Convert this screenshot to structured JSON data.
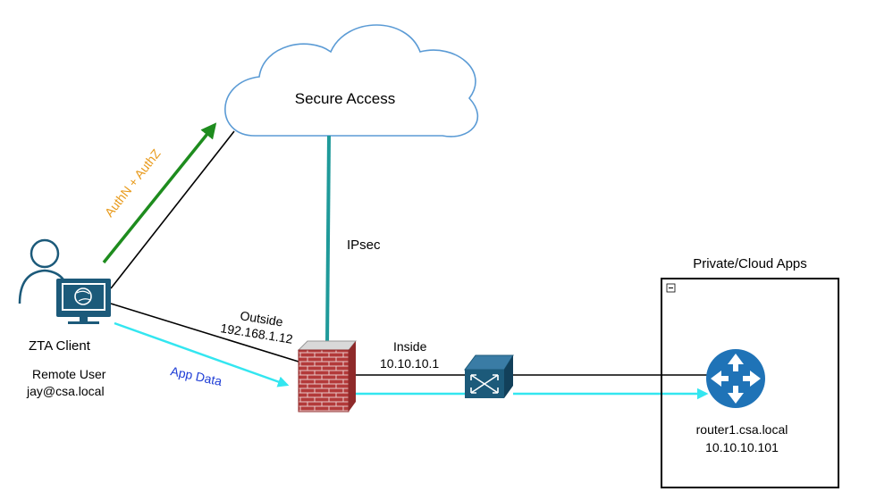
{
  "cloud": {
    "label": "Secure Access",
    "stroke_color": "#5b9bd5"
  },
  "client": {
    "name": "ZTA Client",
    "role": "Remote User",
    "account": "jay@csa.local",
    "icon": "user-with-monitor-icon"
  },
  "links": {
    "ipsec_label": "IPsec",
    "authn_label": "AuthN + AuthZ",
    "app_data_label": "App Data"
  },
  "firewall": {
    "outside_label": "Outside",
    "outside_ip": "192.168.1.12",
    "inside_label": "Inside",
    "inside_ip": "10.10.10.1",
    "icon": "firewall-icon"
  },
  "switch": {
    "icon": "switch-icon"
  },
  "apps": {
    "title": "Private/Cloud Apps",
    "router_name": "router1.csa.local",
    "router_ip": "10.10.10.101",
    "router_icon": "router-icon",
    "collapse_icon": "minus-icon"
  },
  "colors": {
    "ipsec": "#1f9a9a",
    "auth_arrow": "#1e8c1e",
    "auth_label": "#e89a1b",
    "app_data_arrow": "#33e6f0",
    "app_data_label": "#1f3ed6",
    "device_blue": "#1c5a7a",
    "router_blue": "#1f73b7"
  }
}
